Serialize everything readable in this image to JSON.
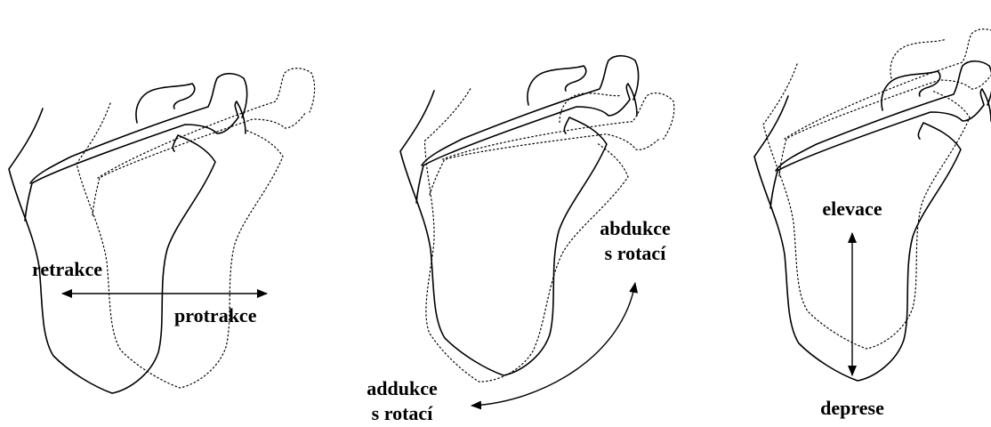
{
  "panels": [
    {
      "labels": {
        "retraction": "retrakce",
        "protraction": "protrakce"
      }
    },
    {
      "labels": {
        "abduction_line1": "abdukce",
        "abduction_line2": "s rotací",
        "adduction_line1": "addukce",
        "adduction_line2": "s rotací"
      }
    },
    {
      "labels": {
        "elevation": "elevace",
        "depression": "deprese"
      }
    }
  ],
  "colors": {
    "line": "#000000",
    "background": "#ffffff"
  }
}
